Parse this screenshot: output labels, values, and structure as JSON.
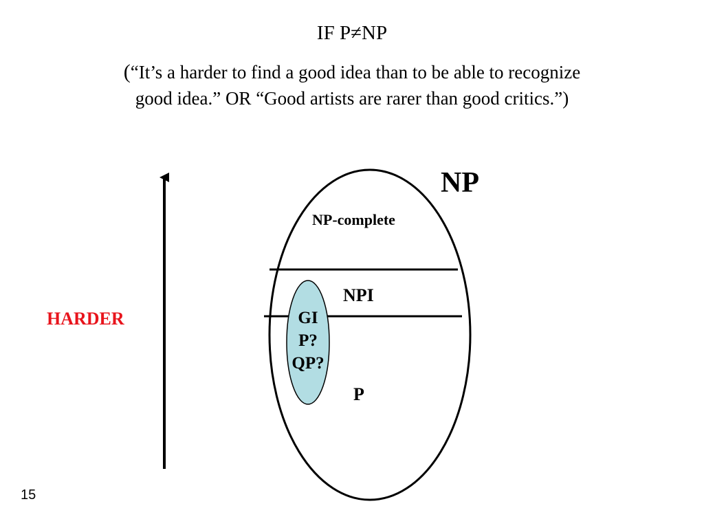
{
  "slide": {
    "title": "IF P≠NP",
    "quote_open": "(",
    "quote_line1": "“It’s a harder to find a good idea than to be able to recognize",
    "quote_line2": "good idea.”  OR “Good artists are rarer than good critics.”)",
    "page_number": "15"
  },
  "diagram": {
    "axis_label": "HARDER",
    "outer_set_label": "NP",
    "top_region_label": "NP-complete",
    "middle_region_label": "NPI",
    "bottom_region_label": "P",
    "inner_set_labels": [
      "GI",
      "P?",
      "QP?"
    ],
    "colors": {
      "axis_label": "#e8141c",
      "inner_set_fill": "#b2dde3",
      "stroke": "#000000"
    }
  }
}
